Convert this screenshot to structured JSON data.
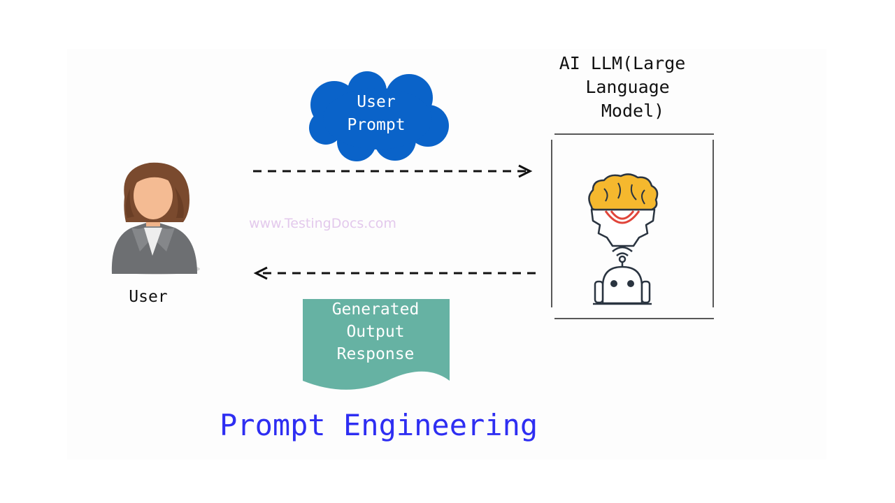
{
  "diagram": {
    "title": "Prompt Engineering",
    "watermark": "www.TestingDocs.com",
    "user": {
      "label": "User",
      "icon": "user-avatar-icon"
    },
    "llm": {
      "label": "AI LLM(Large\n Language\n  Model)",
      "icon": "ai-brain-robot-icon"
    },
    "prompt": {
      "label": "User\nPrompt",
      "shape": "cloud",
      "color": "#0a63c9"
    },
    "response": {
      "label": "Generated\nOutput\nResponse",
      "shape": "document",
      "color": "#66b2a3"
    },
    "arrows": [
      {
        "from": "User",
        "to": "AI LLM",
        "style": "dashed"
      },
      {
        "from": "AI LLM",
        "to": "User",
        "style": "dashed"
      }
    ],
    "colors": {
      "title": "#2e2ef2",
      "brain": "#f5b82e",
      "gear": "#e0453a",
      "outline": "#2a3440"
    }
  }
}
